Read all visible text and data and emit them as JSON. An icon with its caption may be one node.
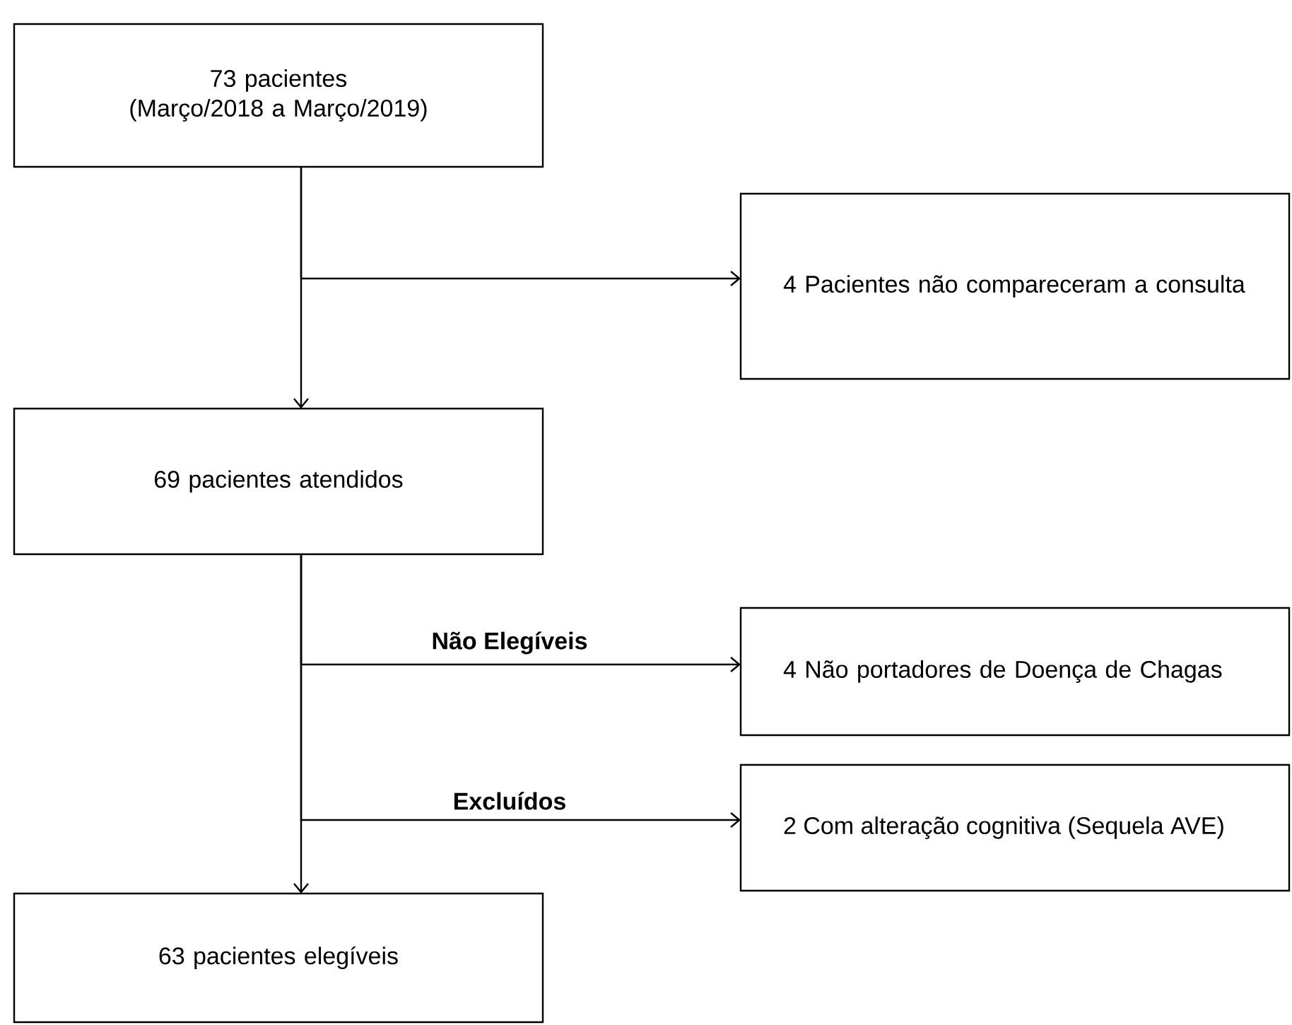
{
  "diagram": {
    "nodes": [
      {
        "text": [
          "73 pacientes",
          "(Março/2018 a Março/2019)"
        ]
      },
      {
        "text": [
          "4 Pacientes não compareceram a consulta"
        ]
      },
      {
        "text": [
          "69 pacientes atendidos"
        ]
      },
      {
        "text": [
          "4 Não portadores de Doença de Chagas"
        ]
      },
      {
        "text": [
          "2 Com alteração cognitiva (Sequela AVE)"
        ]
      },
      {
        "text": [
          "63 pacientes elegíveis"
        ]
      }
    ],
    "edges": [
      {
        "from": 0,
        "to": 2,
        "arrow": "to"
      },
      {
        "from": 0,
        "to": 1,
        "arrow": "to"
      },
      {
        "from": 2,
        "to": 5,
        "arrow": "to"
      },
      {
        "from": 2,
        "to": 3,
        "arrow": "to",
        "label": "Não Elegíveis"
      },
      {
        "from": 2,
        "to": 4,
        "arrow": "to",
        "label": "Excluídos"
      }
    ]
  }
}
